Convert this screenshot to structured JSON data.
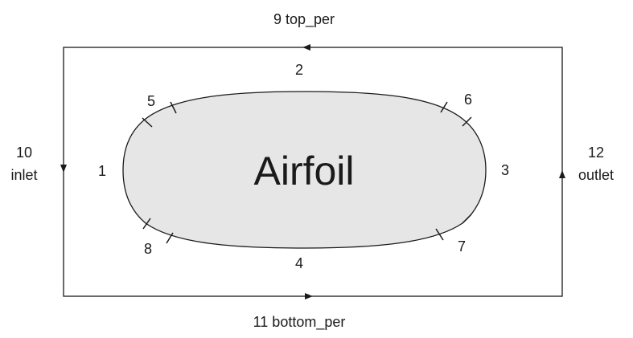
{
  "colors": {
    "airfoil_fill": "#e6e6e6",
    "stroke": "#1a1a1a",
    "background": "#ffffff"
  },
  "domain": {
    "top": {
      "number": "9",
      "name": "top_per",
      "label": "9 top_per"
    },
    "bottom": {
      "number": "11",
      "name": "bottom_per",
      "label": "11 bottom_per"
    },
    "inlet": {
      "number": "10",
      "name": "inlet"
    },
    "outlet": {
      "number": "12",
      "name": "outlet"
    }
  },
  "airfoil": {
    "title": "Airfoil",
    "segments": {
      "left": "1",
      "top": "2",
      "right": "3",
      "bottom": "4",
      "upper_left": "5",
      "upper_right": "6",
      "lower_right": "7",
      "lower_left": "8"
    }
  }
}
